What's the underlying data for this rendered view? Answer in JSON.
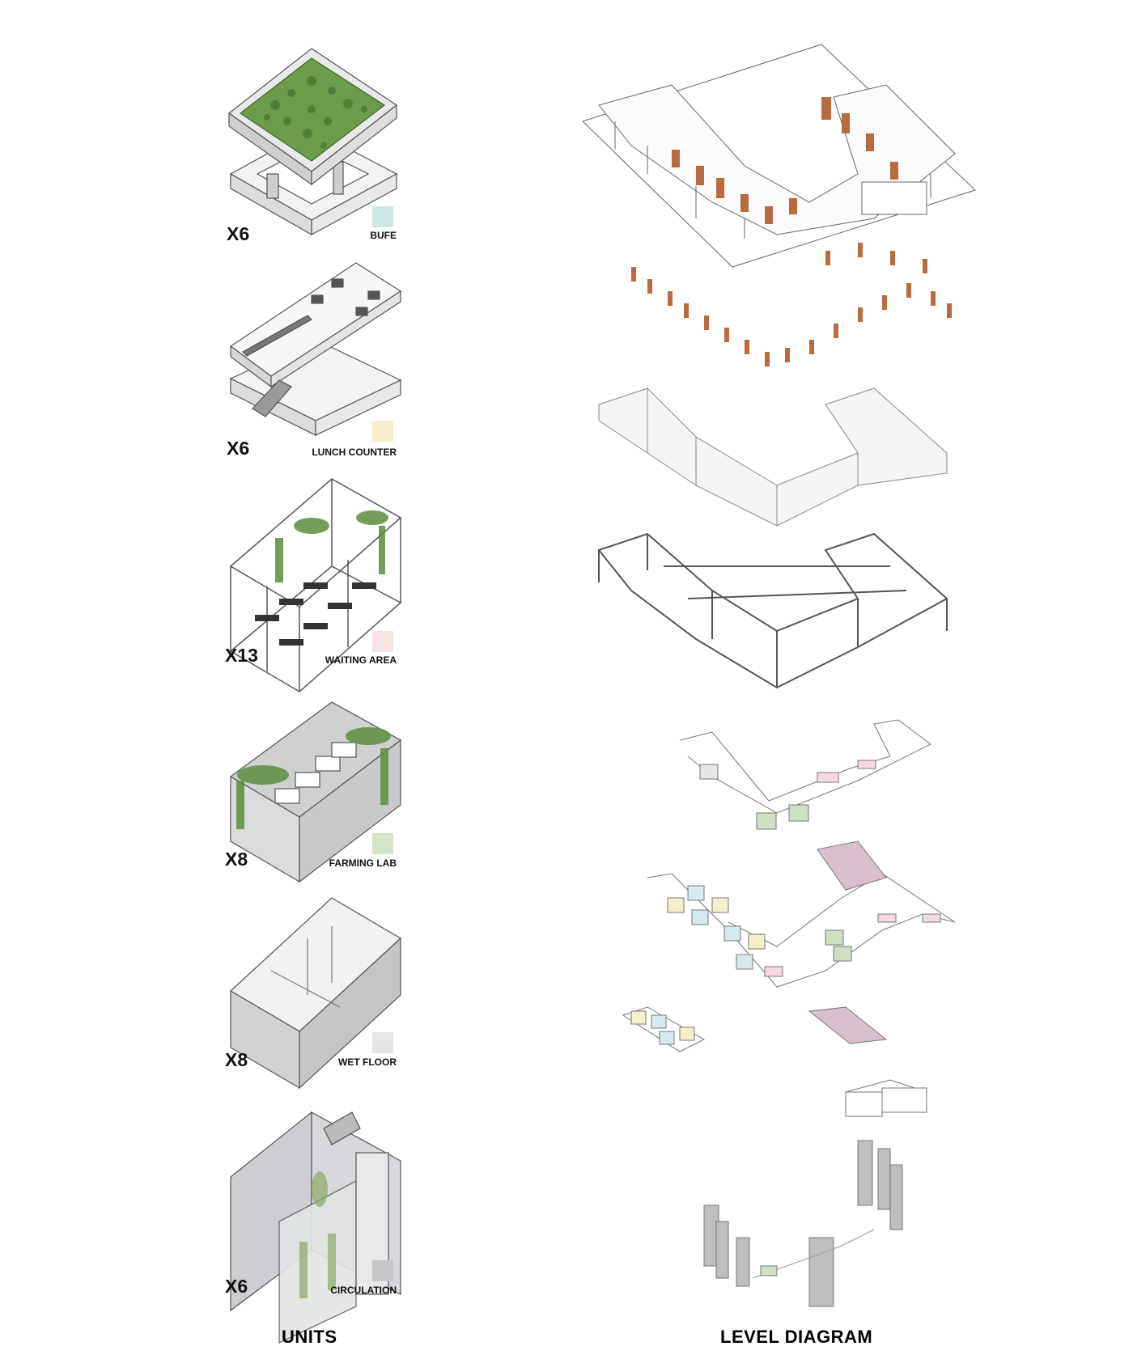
{
  "units": [
    {
      "count": "X6",
      "label": "BUFE",
      "swatch_color": "#cfe6e6"
    },
    {
      "count": "X6",
      "label": "LUNCH COUNTER",
      "swatch_color": "#f7eccb"
    },
    {
      "count": "X13",
      "label": "WAITING AREA",
      "swatch_color": "#f6e3e4"
    },
    {
      "count": "X8",
      "label": "FARMING LAB",
      "swatch_color": "#d4e2c8"
    },
    {
      "count": "X8",
      "label": "WET FLOOR",
      "swatch_color": "#e6e6e6"
    },
    {
      "count": "X6",
      "label": "CIRCULATION",
      "swatch_color": "#c4c6c8"
    }
  ],
  "titles": {
    "units": "UNITS",
    "level_diagram": "LEVEL DIAGRAM"
  },
  "colors": {
    "line": "#555555",
    "greenery": "#5e8d3e",
    "facade_panel": "#b96a3e",
    "pink": "#f4dadd",
    "green": "#cfdfc4",
    "blue": "#d6e9ee",
    "yellow": "#f5eecb",
    "mauve": "#d9c0cd",
    "grey_wall": "#cfcfd0",
    "tower": "#bcbebf"
  }
}
